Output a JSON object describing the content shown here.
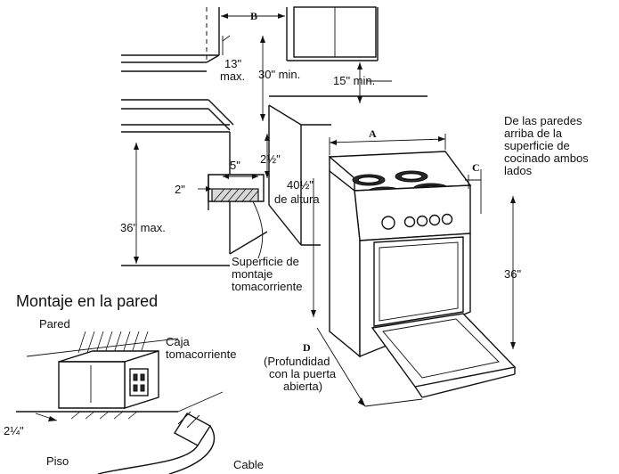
{
  "labels": {
    "b": "B",
    "max13_a": "13\"",
    "max13_b": "max.",
    "min30": "30\" min.",
    "min15": "15\" min.",
    "a": "A",
    "walls_1": "De las paredes",
    "walls_2": "arriba de la",
    "walls_3": "superficie de",
    "walls_4": "cocinado ambos",
    "walls_5": "lados",
    "c": "C",
    "h2half": "2½\"",
    "h5": "5\"",
    "h2": "2\"",
    "h40_1": "40½\"",
    "h40_2": "de altura",
    "max36": "36\" max.",
    "h36": "36\"",
    "surface_1": "Superficie de",
    "surface_2": "montaje",
    "surface_3": "tomacorriente",
    "wall_mount": "Montaje en la pared",
    "pared": "Pared",
    "caja_1": "Caja",
    "caja_2": "tomacorriente",
    "d": "D",
    "depth_1": "(Profundidad",
    "depth_2": "con la puerta",
    "depth_3": "abierta)",
    "q214": "2¼\"",
    "piso": "Piso",
    "cable": "Cable"
  }
}
